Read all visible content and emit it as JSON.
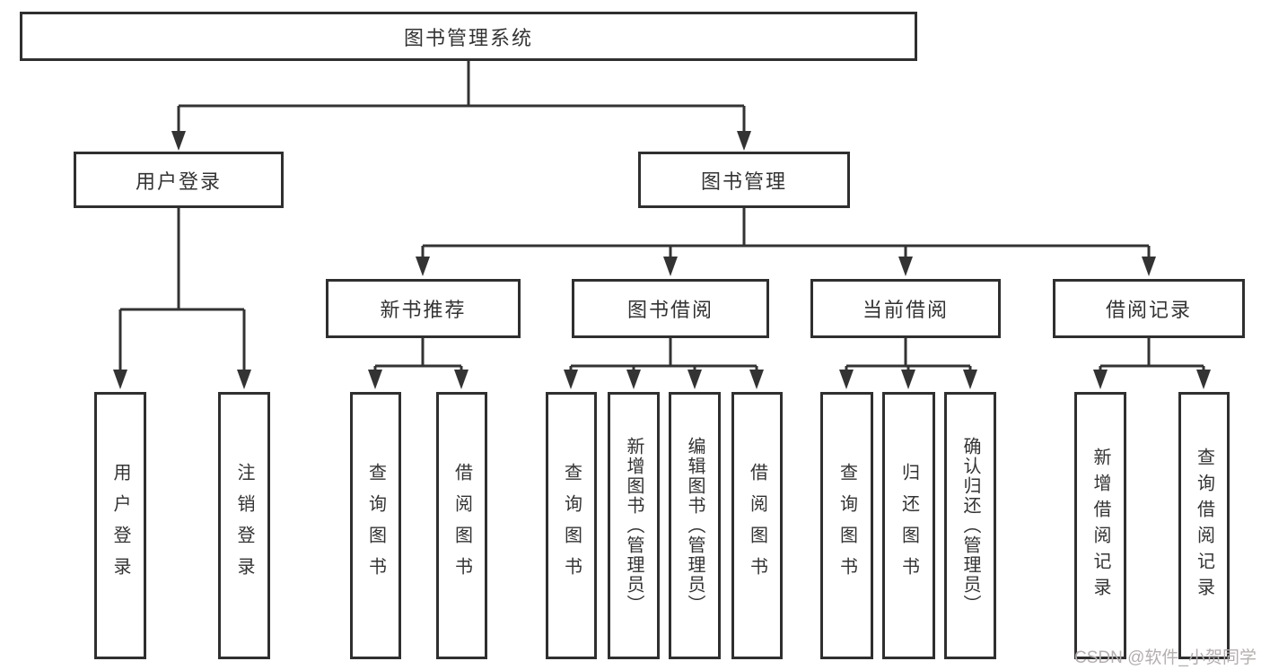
{
  "diagram": {
    "root": {
      "label": "图书管理系统",
      "children": [
        {
          "label": "用户登录",
          "children": [
            {
              "label": "用户登录"
            },
            {
              "label": "注销登录"
            }
          ]
        },
        {
          "label": "图书管理",
          "children": [
            {
              "label": "新书推荐",
              "children": [
                {
                  "label": "查询图书"
                },
                {
                  "label": "借阅图书"
                }
              ]
            },
            {
              "label": "图书借阅",
              "children": [
                {
                  "label": "查询图书"
                },
                {
                  "label": "新增图书（管理员）"
                },
                {
                  "label": "编辑图书（管理员）"
                },
                {
                  "label": "借阅图书"
                }
              ]
            },
            {
              "label": "当前借阅",
              "children": [
                {
                  "label": "查询图书"
                },
                {
                  "label": "归还图书"
                },
                {
                  "label": "确认归还（管理员）"
                }
              ]
            },
            {
              "label": "借阅记录",
              "children": [
                {
                  "label": "新增借阅记录"
                },
                {
                  "label": "查询借阅记录"
                }
              ]
            }
          ]
        }
      ]
    }
  },
  "watermark": {
    "text": "CSDN @软件_小贺同学"
  },
  "colors": {
    "line": "#333333",
    "box_border": "#2f2f2f",
    "text": "#333333",
    "background": "#ffffff",
    "watermark": "#b5aeae"
  }
}
